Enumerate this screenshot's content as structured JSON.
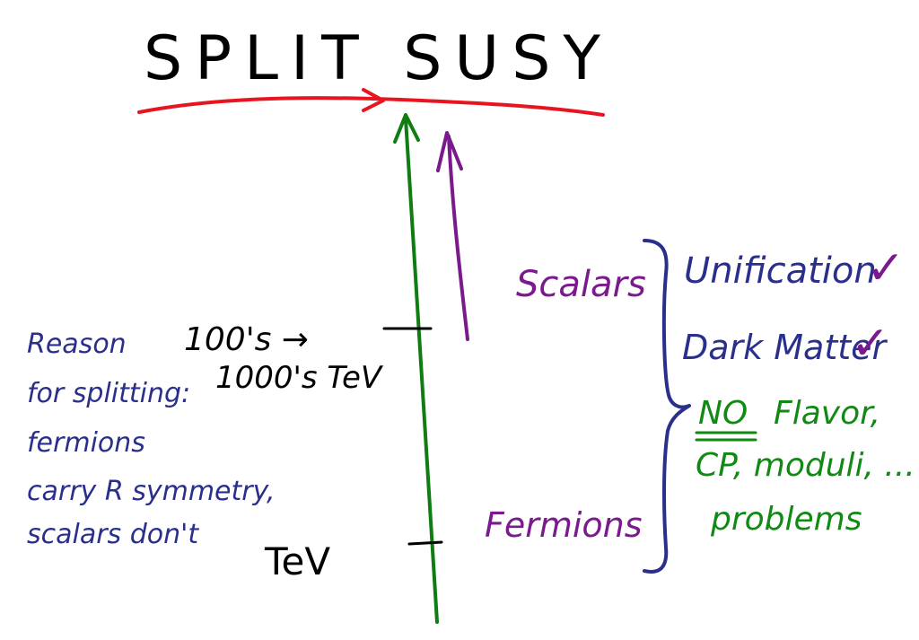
{
  "title": "SPLIT SUSY",
  "scale": {
    "upper_mark_line1": "100's →",
    "upper_mark_line2": "1000's TeV",
    "lower_mark": "TeV"
  },
  "particles": {
    "scalars": "Scalars",
    "fermions": "Fermions"
  },
  "reason": {
    "lines": [
      "Reason",
      "for splitting:",
      "fermions",
      "carry R symmetry,",
      "scalars don't"
    ]
  },
  "benefits": {
    "unification": "Unification",
    "dark_matter": "Dark Matter",
    "check_mark": "✓",
    "no_label": "NO",
    "flavor": "Flavor,",
    "cp_moduli": "CP, moduli, ...",
    "problems": "problems"
  },
  "colors": {
    "ink_black": "#000000",
    "red_underline": "#e8141e",
    "green_axis": "#0f7d12",
    "purple": "#7a1a8c",
    "blue_text": "#2a2f8c",
    "green_text": "#118a14"
  }
}
